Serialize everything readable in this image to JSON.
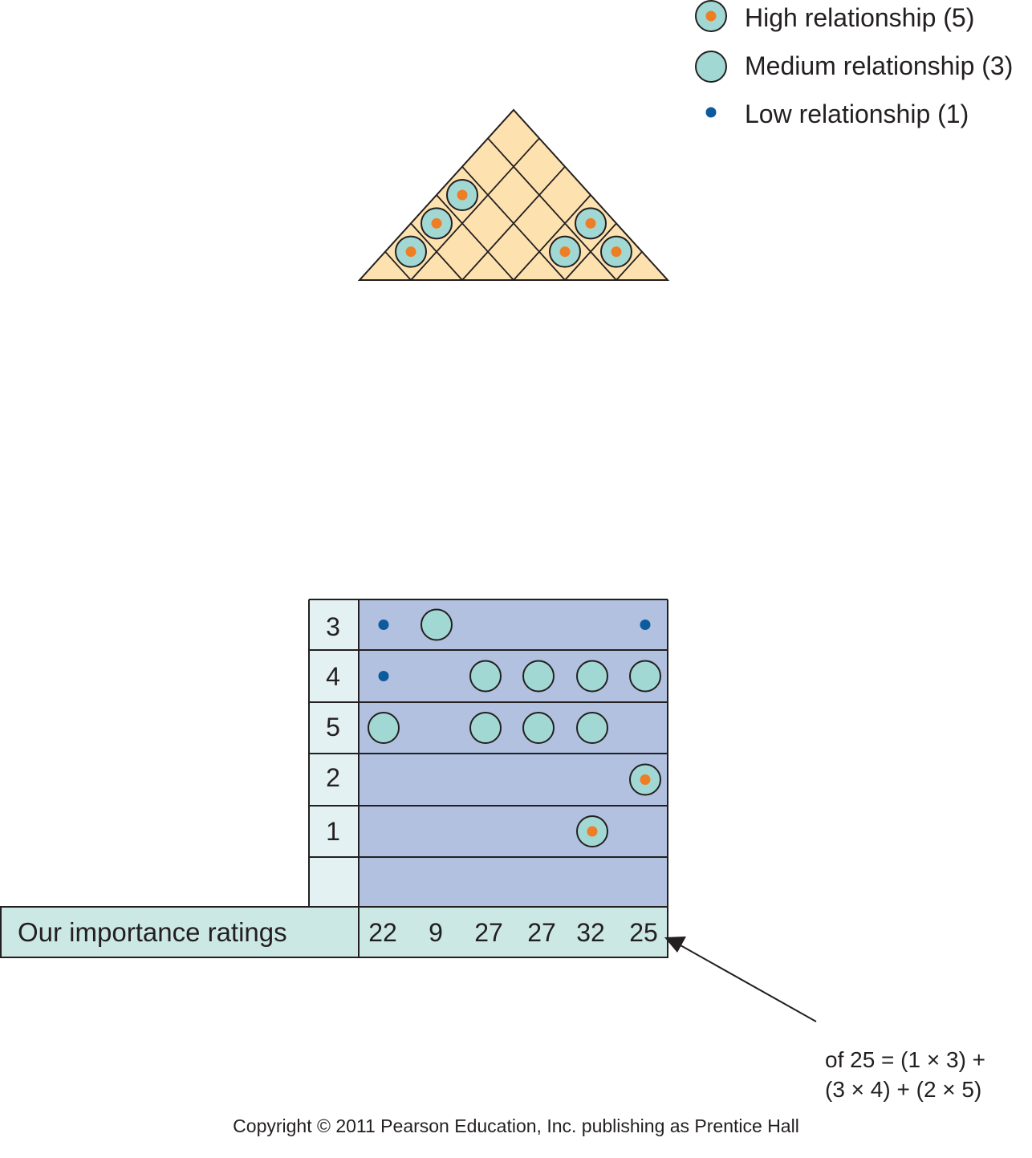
{
  "legend": [
    {
      "type": "high",
      "label": "High relationship (5)"
    },
    {
      "type": "medium",
      "label": "Medium relationship (3)"
    },
    {
      "type": "low",
      "label": "Low relationship (1)"
    }
  ],
  "roof": {
    "cells": 6,
    "high_marks": [
      [
        0,
        1
      ],
      [
        0,
        2
      ],
      [
        0,
        3
      ],
      [
        3,
        4
      ],
      [
        3,
        5
      ],
      [
        4,
        5
      ]
    ]
  },
  "matrix": {
    "row_labels": [
      "3",
      "4",
      "5",
      "2",
      "1",
      ""
    ],
    "columns": 6,
    "marks": [
      [
        "low",
        "medium",
        "",
        "",
        "",
        "low"
      ],
      [
        "low",
        "",
        "medium",
        "medium",
        "medium",
        "medium"
      ],
      [
        "medium",
        "",
        "medium",
        "medium",
        "medium",
        ""
      ],
      [
        "",
        "",
        "",
        "",
        "",
        "high"
      ],
      [
        "",
        "",
        "",
        "",
        "high",
        ""
      ],
      [
        "",
        "",
        "",
        "",
        "",
        ""
      ]
    ]
  },
  "ratings": {
    "title": "Our importance ratings",
    "values": [
      "22",
      "9",
      "27",
      "27",
      "32",
      "25"
    ]
  },
  "annotation": {
    "line1": "of 25 = (1 × 3) +",
    "line2": "(3 × 4) + (2 × 5)"
  },
  "copyright": "Copyright © 2011 Pearson Education, Inc. publishing as Prentice Hall",
  "colors": {
    "roof_fill": "#fde2b0",
    "matrix_fill": "#b1c1df",
    "label_fill": "#e3f1f3",
    "ratings_fill": "#cce8e4",
    "medium_circle": "#a2d8d4",
    "high_dot": "#ee7d23",
    "low_dot": "#0d5a9d",
    "stroke": "#231f20"
  }
}
